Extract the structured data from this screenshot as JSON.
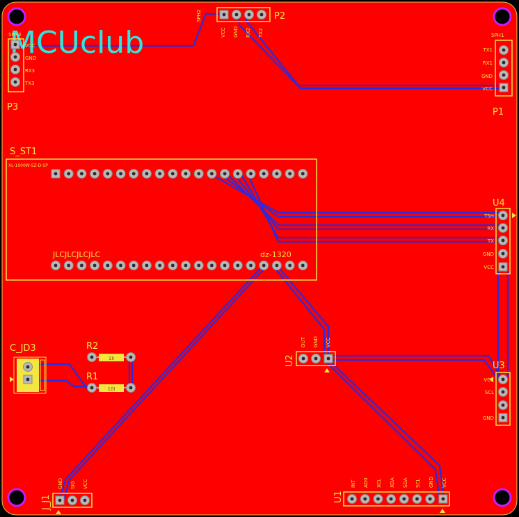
{
  "colors": {
    "board": "#ff0000",
    "trace": "#2b2bdd",
    "silkscreen": "#f3e640",
    "pad": "#b9b9b9",
    "logo": "#2ee6e0",
    "mounting_hole": "#c020ff"
  },
  "logo_text": "MCUclub",
  "components": {
    "p2": {
      "ref": "P2",
      "small": "5PH2",
      "pins": [
        "VCC",
        "GND",
        "RX2",
        "TX2"
      ]
    },
    "p1": {
      "ref": "P1",
      "small": "5PH1",
      "pins": [
        "TX1",
        "RX1",
        "GND",
        "VCC"
      ]
    },
    "p3": {
      "ref": "P3",
      "small": "5PH3",
      "pins": [
        "VCC",
        "GND",
        "RX3",
        "TX3"
      ]
    },
    "sst1": {
      "ref": "S_ST1",
      "top_text": "dz-1320",
      "bottom_text": "JLCJLCJLCJLC",
      "small": "XL-1000W-SZ-D-SP"
    },
    "u4": {
      "ref": "U4",
      "pins": [
        "TSH",
        "RX",
        "TX",
        "GND",
        "VCC"
      ]
    },
    "u3": {
      "ref": "U3",
      "pins": [
        "VCC",
        "SCL",
        "",
        "GND"
      ]
    },
    "u2": {
      "ref": "U2",
      "pins": [
        "OUT",
        "GND",
        "VCC"
      ]
    },
    "c_jd3": {
      "ref": "C_JD3"
    },
    "r2": {
      "ref": "R2",
      "value": "1k"
    },
    "r1": {
      "ref": "R1",
      "value": "10I"
    },
    "j_j1": {
      "ref": "J_J1",
      "pins": [
        "GND",
        "SIG",
        "VCC"
      ]
    },
    "u1": {
      "ref": "U1",
      "pins": [
        "INT",
        "AD0",
        "XCL",
        "XDA",
        "SDA",
        "SCL",
        "GND",
        "VCC"
      ]
    }
  }
}
